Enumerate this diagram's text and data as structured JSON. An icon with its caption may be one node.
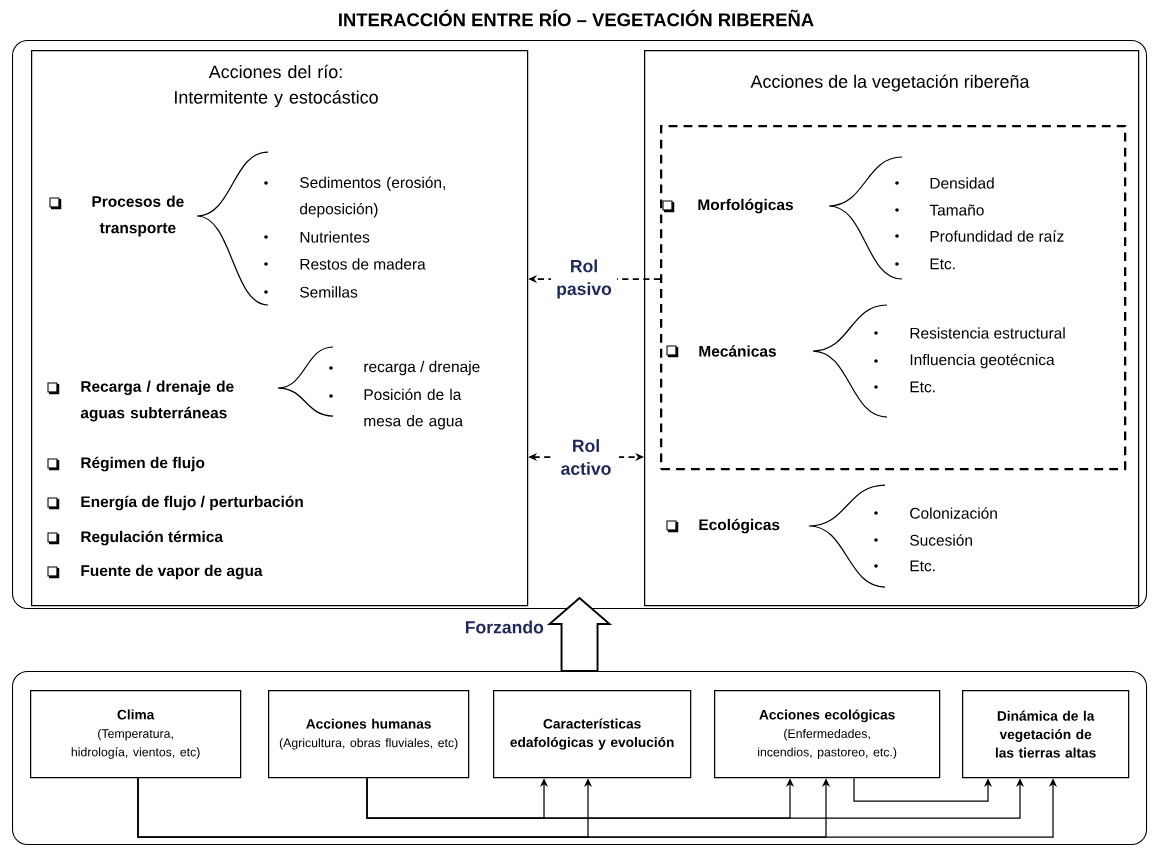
{
  "diagram": {
    "title": "INTERACCIÓN ENTRE RÍO – VEGETACIÓN RIBEREÑA",
    "nodes": [
      {
        "text": [],
        "shape": "box"
      },
      {
        "text": [
          "Acciones del río: Intermitente y estocástico",
          "Procesos de transporte",
          "Sedimentos (erosión, deposición)",
          "Nutrientes",
          "Restos de madera",
          "Semillas",
          "Recarga / drenaje de aguas subterráneas",
          "recarga / drenaje",
          "Posición de la mesa de agua",
          "Régimen de flujo",
          "Energía de flujo / perturbación",
          "Regulación térmica",
          "Fuente de vapor de agua"
        ],
        "in": 0
      },
      {
        "text": [
          "Acciones de la vegetación ribereña",
          "Ecológicas",
          "Colonización",
          "Sucesión",
          "Etc."
        ],
        "in": 0
      },
      {
        "text": [
          "Morfológicas",
          "Densidad",
          "Tamaño",
          "Profundidad de raíz",
          "Etc.",
          "Mecánicas",
          "Resistencia estructural",
          "Influencia geotécnica",
          "Etc."
        ],
        "in": 2
      },
      {
        "text": [],
        "shape": "box"
      },
      {
        "text": [
          "Clima",
          "(Temperatura, hidrología, vientos, etc)"
        ],
        "in": 4
      },
      {
        "text": [
          "Acciones humanas",
          "(Agricultura, obras fluviales, etc)"
        ],
        "in": 4
      },
      {
        "text": [
          "Características edafológicas y evolución"
        ],
        "in": 4
      },
      {
        "text": [
          "Acciones ecológicas",
          "(Enfermedades, incendios, pastoreo, etc.)"
        ],
        "in": 4
      },
      {
        "text": [
          "Dinámica de la vegetación de las tierras altas"
        ],
        "in": 4
      }
    ],
    "edges": [
      {
        "from": 3,
        "to": 1,
        "arrow": "to",
        "label": "Rol pasivo",
        "style": "dashed"
      },
      {
        "from": 1,
        "to": 2,
        "arrow": "both",
        "label": "Rol activo",
        "style": "dashed"
      },
      {
        "from": 4,
        "to": 0,
        "arrow": "to",
        "label": "Forzando",
        "style": "thick"
      },
      {
        "from": 6,
        "to": 7,
        "arrow": "to"
      },
      {
        "from": 6,
        "to": 8,
        "arrow": "to"
      },
      {
        "from": 6,
        "to": 9,
        "arrow": "to"
      },
      {
        "from": 5,
        "to": 7,
        "arrow": "to"
      },
      {
        "from": 5,
        "to": 8,
        "arrow": "to"
      },
      {
        "from": 5,
        "to": 9,
        "arrow": "to"
      },
      {
        "from": 8,
        "to": 9,
        "arrow": "to"
      }
    ]
  }
}
